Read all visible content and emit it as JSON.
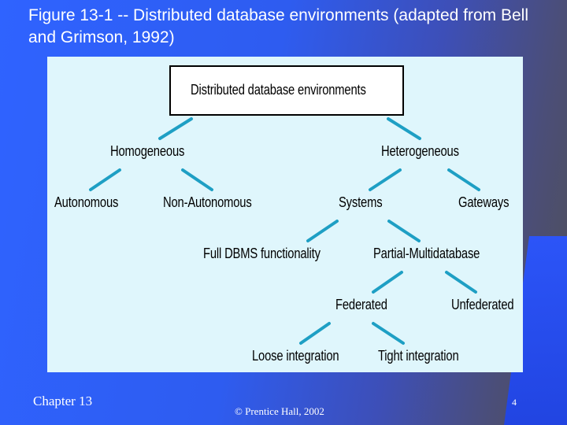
{
  "slide": {
    "title": "Figure 13-1 -- Distributed database environments (adapted from Bell and Grimson, 1992)",
    "chapter": "Chapter 13",
    "copyright": "© Prentice Hall, 2002",
    "page_number": "4"
  },
  "diagram": {
    "root": "Distributed database environments",
    "homogeneous": "Homogeneous",
    "heterogeneous": "Heterogeneous",
    "autonomous": "Autonomous",
    "non_autonomous": "Non-Autonomous",
    "systems": "Systems",
    "gateways": "Gateways",
    "full_dbms": "Full DBMS functionality",
    "partial_multidatabase": "Partial-Multidatabase",
    "federated": "Federated",
    "unfederated": "Unfederated",
    "loose_integration": "Loose integration",
    "tight_integration": "Tight integration"
  },
  "colors": {
    "connector": "#1e9fc4",
    "panel": "#dff6fc",
    "background": "#2f63ff"
  }
}
